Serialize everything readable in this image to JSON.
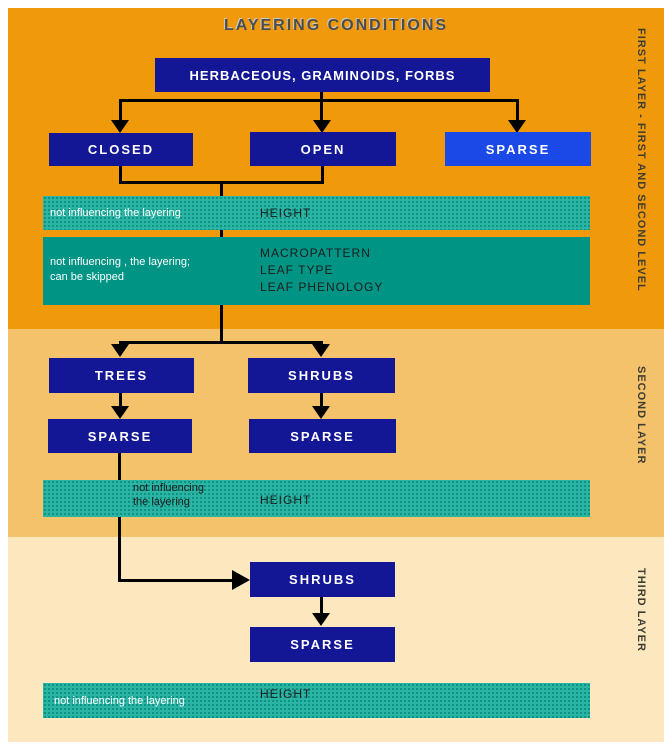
{
  "title": "LAYERING CONDITIONS",
  "side_labels": {
    "first": "FIRST LAYER - FIRST AND  SECOND LEVEL",
    "second": "SECOND LAYER",
    "third": "THIRD LAYER"
  },
  "nodes": {
    "root": "HERBACEOUS, GRAMINOIDS, FORBS",
    "closed": "CLOSED",
    "open": "OPEN",
    "sparse_first": "SPARSE",
    "trees": "TREES",
    "shrubs_second": "SHRUBS",
    "sparse_second_left": "SPARSE",
    "sparse_second_right": "SPARSE",
    "shrubs_third": "SHRUBS",
    "sparse_third": "SPARSE"
  },
  "bars": {
    "bar1": {
      "note": "not influencing  the layering",
      "attribute": "HEIGHT"
    },
    "bar2": {
      "note_line1": "not influencing , the layering;",
      "note_line2": "can be skipped",
      "attributes": [
        "MACROPATTERN",
        "LEAF TYPE",
        "LEAF PHENOLOGY"
      ]
    },
    "bar3": {
      "note_line1": "not influencing",
      "note_line2": "the layering",
      "attribute": "HEIGHT"
    },
    "bar4": {
      "note": "not influencing the layering",
      "attribute": "HEIGHT"
    }
  },
  "colors": {
    "layer1_bg": "#F09A0B",
    "layer2_bg": "#F5C26C",
    "layer3_bg": "#FCE7BE",
    "node_navy": "#131695",
    "node_bright_blue": "#1A49E8",
    "teal_solid": "#009485",
    "teal_dotted": "#2BB4A4",
    "connector": "#000000",
    "title_text": "#4d4d4d"
  }
}
